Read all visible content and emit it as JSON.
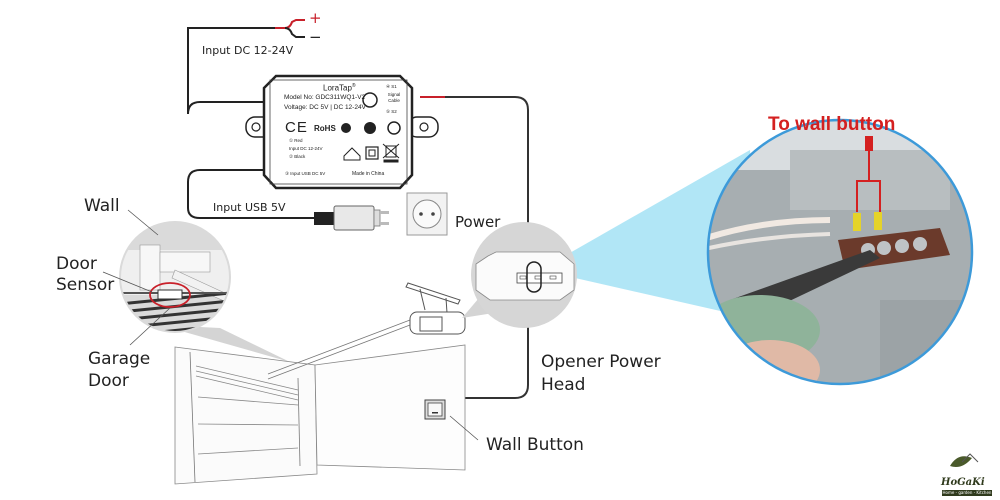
{
  "wiring": {
    "dc_plus": "+",
    "dc_minus": "−",
    "input_dc": "Input DC 12-24V",
    "input_usb": "Input USB 5V"
  },
  "device": {
    "brand": "LoraTap",
    "brand_mark": "®",
    "model": "Model No: GDC311WQ1-V2",
    "voltage": "Voltage: DC 5V | DC 12-24V",
    "signal_s1": "④ S1",
    "signal_cable": "Signal Cable",
    "signal_s2": "⑤ S2",
    "ce_mark": "CE",
    "rohs_mark": "RoHS",
    "pin_red": "① Red",
    "pin_input": "Input DC 12-24V",
    "pin_black": "② Black",
    "pin_usb": "③ Input USB DC 5V",
    "made_in": "Made in China"
  },
  "labels": {
    "power": "Power",
    "wall": "Wall",
    "door_sensor_1": "Door",
    "door_sensor_2": "Sensor",
    "garage_door_1": "Garage",
    "garage_door_2": "Door",
    "opener_1": "Opener Power",
    "opener_2": "Head",
    "wall_button": "Wall Button"
  },
  "photo": {
    "title": "To wall button"
  },
  "logo": {
    "name": "HoGaKi",
    "tagline": "Home - garden - Kitchen"
  },
  "colors": {
    "wire_red": "#c8202a",
    "callout_blue": "#7fd6ef",
    "photo_ring": "#3d9ad9",
    "title_red": "#d42020"
  }
}
